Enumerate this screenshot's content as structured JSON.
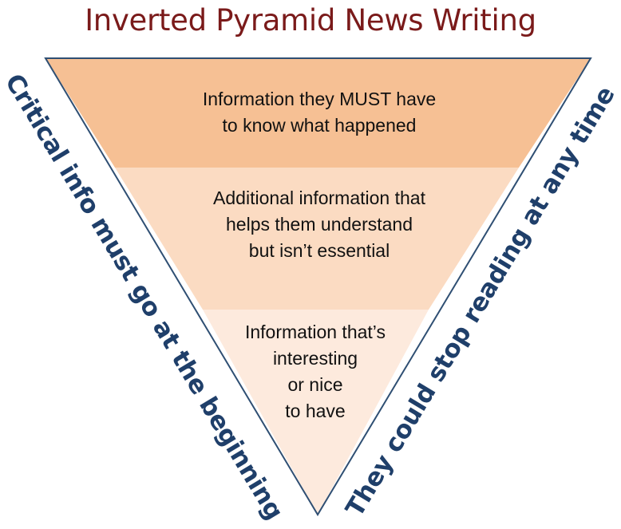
{
  "title": "Inverted Pyramid News Writing",
  "colors": {
    "title": "#7a1a1a",
    "side_text": "#1f3f6a",
    "tier_top": "#f6c094",
    "tier_middle": "#fbdbc2",
    "tier_bottom": "#fdeadd",
    "outline": "#2f4f73"
  },
  "tiers": [
    {
      "lines": [
        "Information they MUST have",
        "to know what happened"
      ]
    },
    {
      "lines": [
        "Additional information that",
        "helps them understand",
        "but isn’t essential"
      ]
    },
    {
      "lines": [
        "Information that’s",
        "interesting",
        "or nice",
        "to have"
      ]
    }
  ],
  "left_label": "Critical info must go at the beginning",
  "right_label": "They could stop reading at any time"
}
